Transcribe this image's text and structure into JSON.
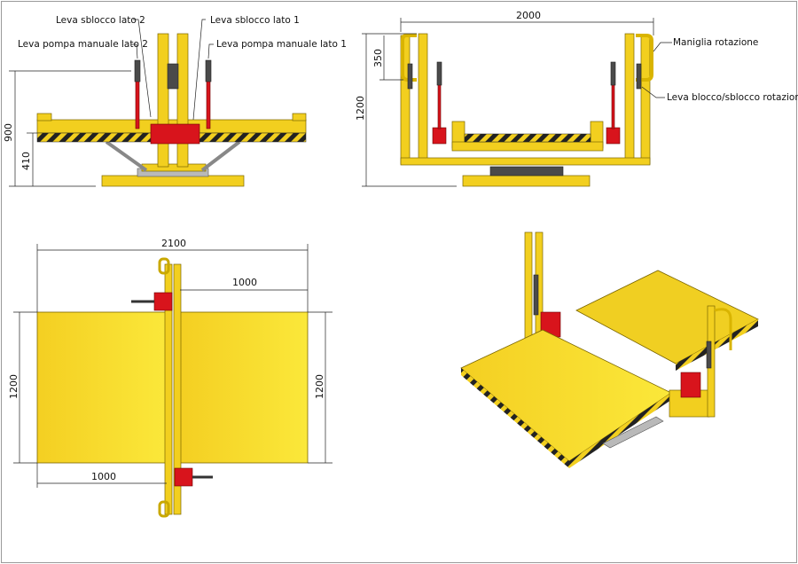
{
  "front_view": {
    "labels": {
      "unlock_side2": "Leva sblocco lato 2",
      "unlock_side1": "Leva sblocco lato 1",
      "pump_side2": "Leva pompa manuale lato 2",
      "pump_side1": "Leva pompa manuale lato 1"
    },
    "dimensions": {
      "total_height": "900",
      "platform_height": "410"
    }
  },
  "side_view": {
    "labels": {
      "rotation_handle": "Maniglia rotazione",
      "rotation_lock_lever": "Leva blocco/sblocco rotazione"
    },
    "dimensions": {
      "width": "2000",
      "height": "1200",
      "handle_height": "350"
    }
  },
  "plan_view": {
    "dimensions": {
      "total_length": "2100",
      "half_top": "1000",
      "half_bottom": "1000",
      "width_left": "1200",
      "width_right": "1200"
    }
  },
  "colors": {
    "structure": "#f2cf1f",
    "hydraulics": "#d8141c",
    "grips": "#4a4a4a"
  }
}
